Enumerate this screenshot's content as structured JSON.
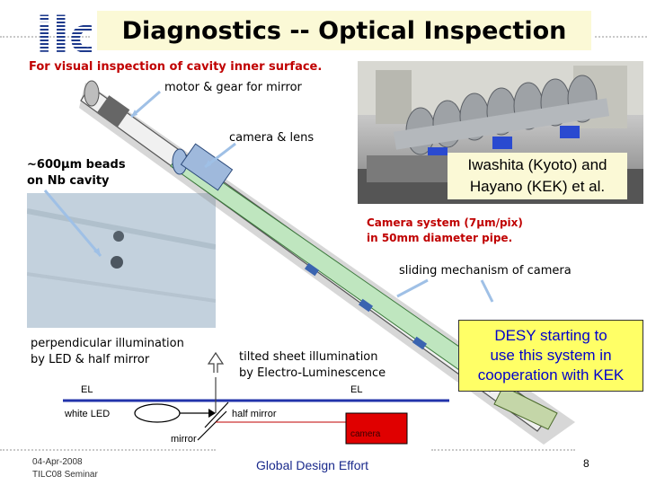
{
  "header": {
    "logo_text": "ilc",
    "title": "Diagnostics -- Optical Inspection",
    "subtitle": "For visual inspection of cavity inner surface."
  },
  "labels": {
    "motor_gear": "motor & gear for mirror",
    "camera_lens": "camera & lens",
    "beads_line1": "~600μm beads",
    "beads_line2": "on Nb cavity",
    "iwashita_line1": "Iwashita (Kyoto) and",
    "iwashita_line2": "Hayano (KEK) et al.",
    "camera_system_line1": "Camera system (7μm/pix)",
    "camera_system_line2": "in 50mm diameter pipe.",
    "sliding": "sliding mechanism of camera",
    "perp_line1": "perpendicular illumination",
    "perp_line2": "by LED & half mirror",
    "tilted_line1": "tilted sheet illumination",
    "tilted_line2": "by Electro-Luminescence",
    "el_left": "EL",
    "el_right": "EL",
    "white_led": "white LED",
    "half_mirror": "half mirror",
    "mirror": "mirror",
    "camera_box": "camera",
    "desy_line1": "DESY starting to",
    "desy_line2": "use this system in",
    "desy_line3": "cooperation with KEK"
  },
  "footer": {
    "date_line": "04-Apr-2008",
    "org_line": "TILC08 Seminar",
    "center": "Global Design Effort",
    "page": "8"
  },
  "colors": {
    "title_bg": "#fbf9d6",
    "red_text": "#c00000",
    "desy_bg": "#ffff66",
    "desy_text": "#0000cc",
    "camera_box": "#e00000",
    "footer_blue": "#1a2a8c"
  }
}
